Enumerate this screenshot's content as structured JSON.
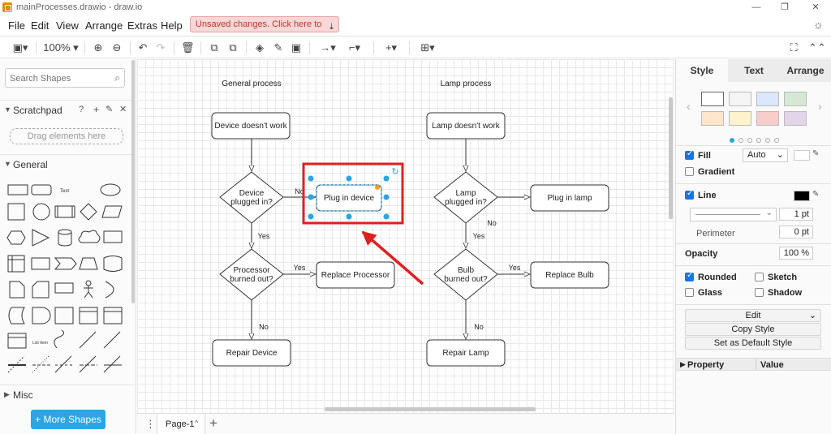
{
  "window": {
    "title": "mainProcesses.drawio - draw.io"
  },
  "menu": {
    "items": [
      "File",
      "Edit",
      "View",
      "Arrange",
      "Extras",
      "Help"
    ],
    "unsaved_notice": "Unsaved changes. Click here to save."
  },
  "toolbar": {
    "zoom": "100%"
  },
  "sidebar": {
    "search_placeholder": "Search Shapes",
    "scratchpad_label": "Scratchpad",
    "drag_hint": "Drag elements here",
    "general_label": "General",
    "misc_label": "Misc",
    "more_shapes": "+ More Shapes",
    "tiny_text_shape": "Text",
    "tiny_list_shape": "List Item"
  },
  "diagram": {
    "general_title": "General process",
    "lamp_title": "Lamp process",
    "general": {
      "start": "Device doesn't work",
      "decision1": "Device plugged in?",
      "action1": "Plug in device",
      "decision2": "Processor burned out?",
      "action2": "Replace Processor",
      "end": "Repair Device",
      "no1": "No",
      "yes1": "Yes",
      "yes2": "Yes",
      "no2": "No"
    },
    "lamp": {
      "start": "Lamp doesn't work",
      "decision1": "Lamp plugged in?",
      "action1": "Plug in lamp",
      "decision2": "Bulb burned out?",
      "action2": "Replace Bulb",
      "end": "Repair Lamp",
      "no1": "No",
      "yes1": "Yes",
      "yes2": "Yes",
      "no2": "No"
    },
    "highlight_color": "#e02020"
  },
  "pagebar": {
    "page_tab": "Page-1"
  },
  "format_panel": {
    "tabs": [
      "Style",
      "Text",
      "Arrange"
    ],
    "swatches": [
      "#ffffff",
      "#f5f5f5",
      "#dae8fc",
      "#d5e8d4",
      "#ffe6cc",
      "#fff2cc",
      "#f8cecc",
      "#e1d5e7"
    ],
    "fill_label": "Fill",
    "fill_value": "Auto",
    "gradient_label": "Gradient",
    "line_label": "Line",
    "line_width": "1 pt",
    "perimeter_label": "Perimeter",
    "perimeter_value": "0 pt",
    "opacity_label": "Opacity",
    "opacity_value": "100 %",
    "rounded_label": "Rounded",
    "sketch_label": "Sketch",
    "glass_label": "Glass",
    "shadow_label": "Shadow",
    "edit_button": "Edit",
    "copy_style_button": "Copy Style",
    "default_style_button": "Set as Default Style",
    "property_header": "Property",
    "value_header": "Value"
  }
}
